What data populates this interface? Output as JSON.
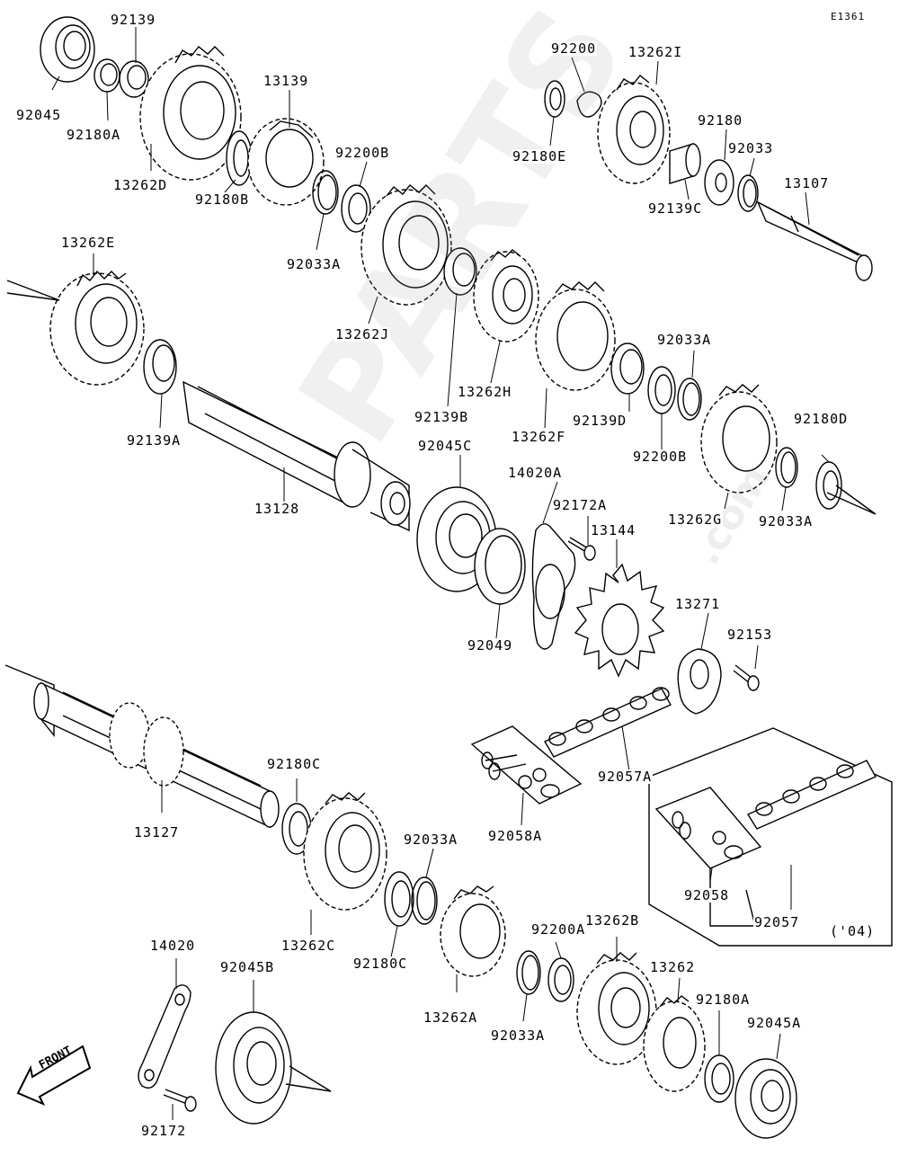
{
  "diagram_code": "E1361",
  "front_label": "FRONT",
  "variant_label": "('04)",
  "watermark": "PARTS",
  "watermark_suffix": ".com",
  "parts": [
    "92139",
    "92045",
    "92180A",
    "13262D",
    "13139",
    "92180B",
    "92200B",
    "92033A",
    "13262J",
    "92200",
    "13262I",
    "92180E",
    "92180",
    "92033",
    "92139C",
    "13107",
    "13262E",
    "92139A",
    "92139B",
    "13262H",
    "92033A",
    "13262F",
    "92139D",
    "92200B",
    "13262G",
    "92180D",
    "92033A",
    "13128",
    "92045C",
    "14020A",
    "92172A",
    "13144",
    "92049",
    "13271",
    "92153",
    "92057A",
    "92058A",
    "92058",
    "92057",
    "13127",
    "92180C",
    "13262C",
    "92033A",
    "92180C",
    "92200A",
    "13262B",
    "13262A",
    "92033A",
    "13262",
    "92180A",
    "92045A",
    "14020",
    "92045B",
    "92172"
  ]
}
